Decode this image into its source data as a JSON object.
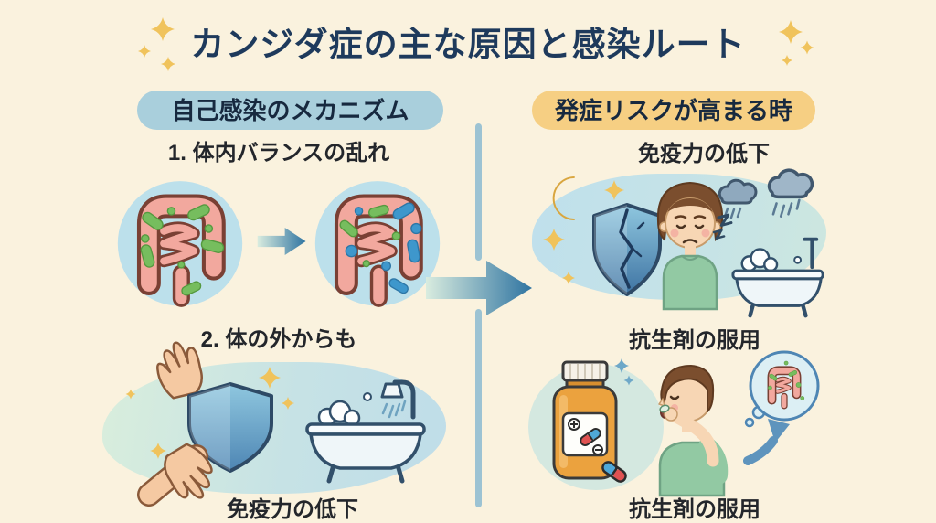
{
  "title": {
    "text": "カンジダ症の主な原因と感染ルート"
  },
  "left_section": {
    "header": "自己感染のメカニズム",
    "step1_label": "1. 体内バランスの乱れ",
    "step2_label": "2. 体の外からも",
    "footer_label": "免疫力の低下",
    "icons": [
      "healthy-gut-icon",
      "gut-change-arrow-icon",
      "imbalanced-gut-icon",
      "hands-shield-icon",
      "bathtub-shower-icon",
      "sparkle-icon"
    ]
  },
  "right_section": {
    "header": "発症リスクが高まる時",
    "item1_label": "免疫力の低下",
    "item2_label": "抗生剤の服用",
    "footer_label": "抗生剤の服用",
    "icons": [
      "moon-icon",
      "cracked-shield-icon",
      "tired-person-icon",
      "storm-clouds-icon",
      "stress-marks-icon",
      "bathtub-icon",
      "pill-bottle-icon",
      "capsule-icon",
      "person-taking-pill-icon",
      "gut-thought-bubble-icon",
      "arrow-up-icon",
      "sparkle-icon"
    ]
  },
  "flow": {
    "divider": "vertical-divider",
    "arrow": "flow-arrow-icon"
  },
  "colors": {
    "background": "#FAF2DE",
    "title_text": "#1E3A5C",
    "left_badge": "#A9CFDC",
    "right_badge": "#F6CF83",
    "sparkle_gold": "#F0C35C",
    "divider_blue": "#9CC3D3",
    "arrow_gradient_start": "#D9ECDF",
    "arrow_gradient_end": "#2F74A1",
    "gut_pink": "#F2A89E",
    "bacteria_green": "#76BD5E",
    "bacteria_blue": "#3E97CC",
    "shield_blue": "#5287B5",
    "shirt_green": "#92C9A3",
    "bottle_amber": "#EBA23E"
  }
}
